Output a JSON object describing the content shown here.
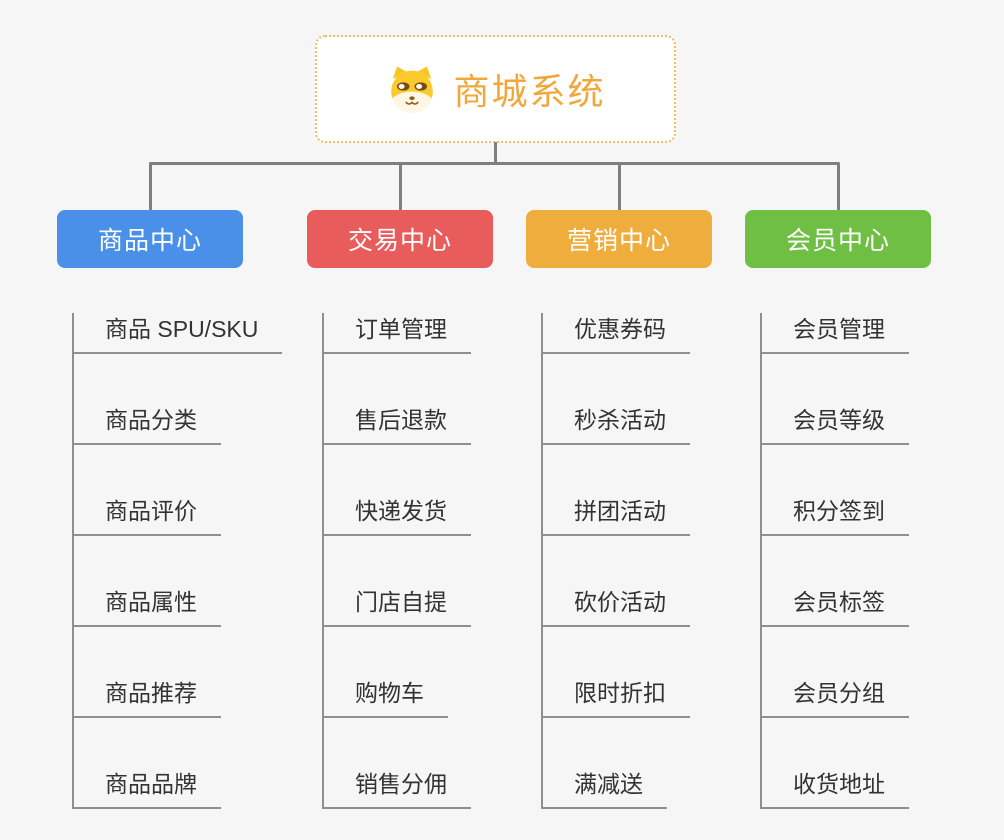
{
  "root": {
    "title": "商城系统",
    "icon": "dog-face-icon",
    "accent_color": "#f0a73c",
    "border_color": "#f3bd5e"
  },
  "colors": {
    "background": "#f6f6f7",
    "connector_line": "#7f7f7f",
    "item_underline": "#8f8f8f",
    "item_text": "#333333"
  },
  "branches": [
    {
      "label": "商品中心",
      "color": "#4a90e8",
      "items": [
        "商品 SPU/SKU",
        "商品分类",
        "商品评价",
        "商品属性",
        "商品推荐",
        "商品品牌"
      ]
    },
    {
      "label": "交易中心",
      "color": "#e85c5c",
      "items": [
        "订单管理",
        "售后退款",
        "快递发货",
        "门店自提",
        "购物车",
        "销售分佣"
      ]
    },
    {
      "label": "营销中心",
      "color": "#efad3e",
      "items": [
        "优惠券码",
        "秒杀活动",
        "拼团活动",
        "砍价活动",
        "限时折扣",
        "满减送"
      ]
    },
    {
      "label": "会员中心",
      "color": "#6fbf45",
      "items": [
        "会员管理",
        "会员等级",
        "积分签到",
        "会员标签",
        "会员分组",
        "收货地址"
      ]
    }
  ]
}
